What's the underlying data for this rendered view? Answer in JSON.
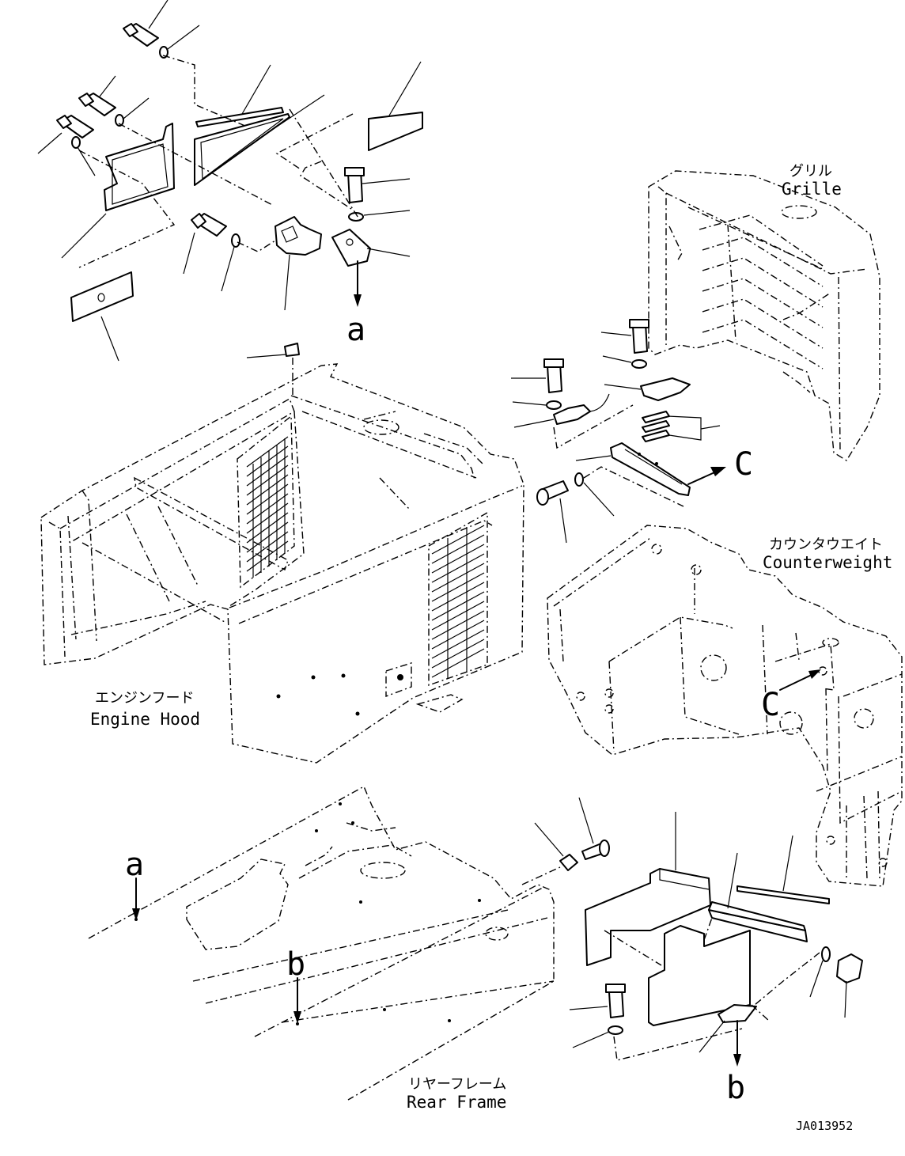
{
  "labels": {
    "grille_jp": "グリル",
    "grille_en": "Grille",
    "counterweight_jp": "カウンタウエイト",
    "counterweight_en": "Counterweight",
    "engine_hood_jp": "エンジンフード",
    "engine_hood_en": "Engine Hood",
    "rear_frame_jp": "リヤーフレーム",
    "rear_frame_en": "Rear Frame"
  },
  "markers": {
    "a_top": "a",
    "a_frame": "a",
    "b_frame": "b",
    "b_bottom": "b",
    "c_bracket": "C",
    "c_counterweight": "C"
  },
  "drawing_code": "JA013952"
}
